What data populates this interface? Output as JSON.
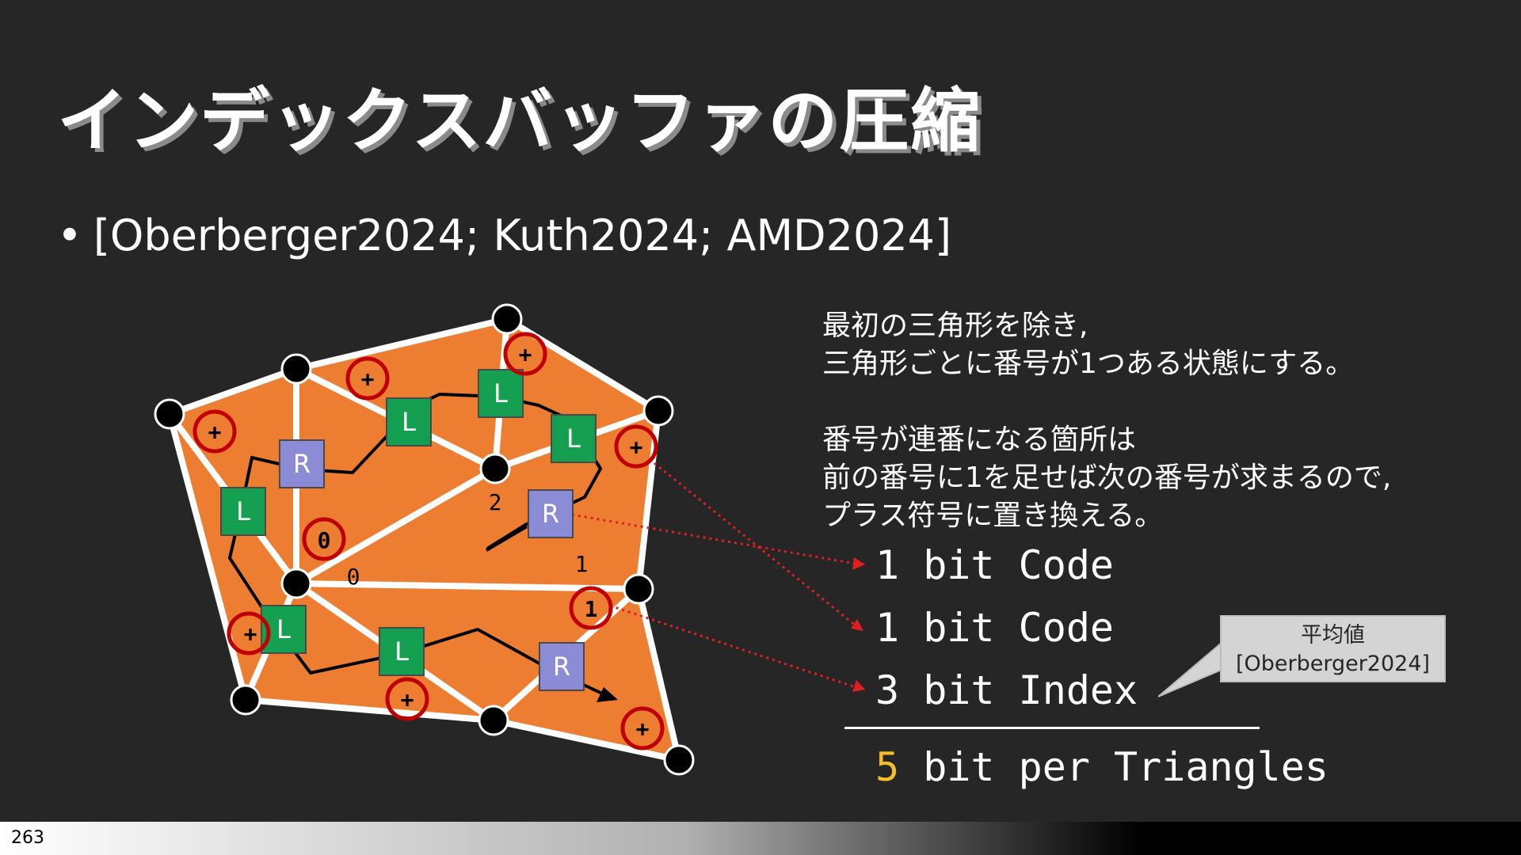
{
  "slide": {
    "title": "インデックスバッファの圧縮",
    "bullet": "[Oberberger2024; Kuth2024; AMD2024]",
    "page_number": "263"
  },
  "notes": {
    "line1": "最初の三角形を除き,",
    "line2": "三角形ごとに番号が1つある状態にする。",
    "line3": "番号が連番になる箇所は",
    "line4": "前の番号に1を足せば次の番号が求まるので,",
    "line5": "プラス符号に置き換える。"
  },
  "encoding": {
    "row1": "1 bit Code",
    "row2": "1 bit Code",
    "row3": "3 bit Index",
    "total_number": "5",
    "total_rest": " bit per Triangles"
  },
  "callout": {
    "line1": "平均値",
    "line2": "[Oberberger2024]"
  },
  "diagram": {
    "box_labels": {
      "L": "L",
      "R": "R"
    },
    "plus": "+",
    "circled_numbers": [
      "0",
      "1"
    ],
    "vertex_numbers": [
      "0",
      "2",
      "1"
    ],
    "colors": {
      "mesh_fill": "#ed7d31",
      "edge": "#ffffff",
      "vertex": "#000000",
      "l_box": "#14a050",
      "r_box": "#8b8bd6",
      "circle": "#c00000",
      "arrow": "#e02020"
    }
  }
}
